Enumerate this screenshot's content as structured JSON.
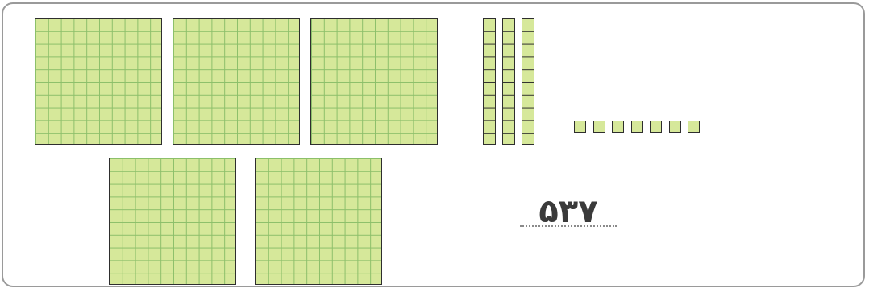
{
  "blocks": {
    "fill_color": "#d6e89a",
    "grid_color": "#8cbf6a",
    "border_color": "#2e2e2e",
    "hundreds": 5,
    "tens": 3,
    "ones": 7
  },
  "answer": {
    "number": "۵۳۷"
  }
}
